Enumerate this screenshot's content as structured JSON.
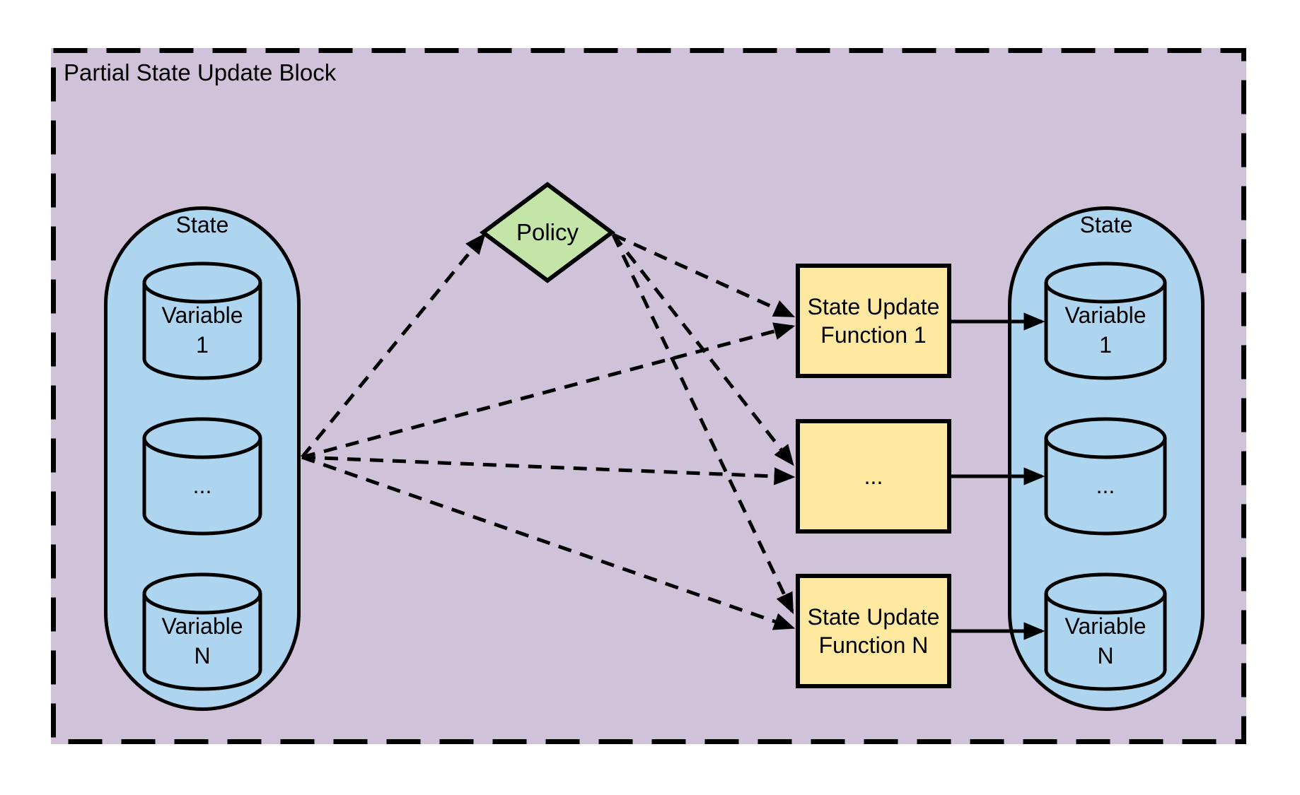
{
  "diagram": {
    "title": "Partial State Update Block",
    "colors": {
      "page_bg": "#ffffff",
      "block_fill": "#cfc2d9",
      "state_fill": "#aed5f0",
      "policy_fill": "#c3e5a7",
      "function_fill": "#ffe9a1",
      "line_color": "#000000",
      "text_color": "#000000"
    },
    "left_state": {
      "label": "State",
      "variables": [
        {
          "label": "Variable 1",
          "lines": [
            "Variable",
            "1"
          ]
        },
        {
          "label": "...",
          "lines": [
            "..."
          ]
        },
        {
          "label": "Variable N",
          "lines": [
            "Variable",
            "N"
          ]
        }
      ]
    },
    "policy": {
      "label": "Policy"
    },
    "functions": [
      {
        "label": "State Update Function 1",
        "lines": [
          "State Update",
          "Function 1"
        ]
      },
      {
        "label": "...",
        "lines": [
          "..."
        ]
      },
      {
        "label": "State Update Function N",
        "lines": [
          "State Update",
          "Function N"
        ]
      }
    ],
    "right_state": {
      "label": "State",
      "variables": [
        {
          "label": "Variable 1",
          "lines": [
            "Variable",
            "1"
          ]
        },
        {
          "label": "...",
          "lines": [
            "..."
          ]
        },
        {
          "label": "Variable N",
          "lines": [
            "Variable",
            "N"
          ]
        }
      ]
    },
    "edges": [
      {
        "from": "left-state",
        "to": "policy",
        "style": "dashed"
      },
      {
        "from": "left-state",
        "to": "state-update-function-1",
        "style": "dashed"
      },
      {
        "from": "left-state",
        "to": "state-update-function-2",
        "style": "dashed"
      },
      {
        "from": "left-state",
        "to": "state-update-function-3",
        "style": "dashed"
      },
      {
        "from": "policy",
        "to": "state-update-function-1",
        "style": "dashed"
      },
      {
        "from": "policy",
        "to": "state-update-function-2",
        "style": "dashed"
      },
      {
        "from": "policy",
        "to": "state-update-function-3",
        "style": "dashed"
      },
      {
        "from": "state-update-function-1",
        "to": "right-variable-1",
        "style": "solid"
      },
      {
        "from": "state-update-function-2",
        "to": "right-variable-2",
        "style": "solid"
      },
      {
        "from": "state-update-function-3",
        "to": "right-variable-3",
        "style": "solid"
      }
    ]
  }
}
